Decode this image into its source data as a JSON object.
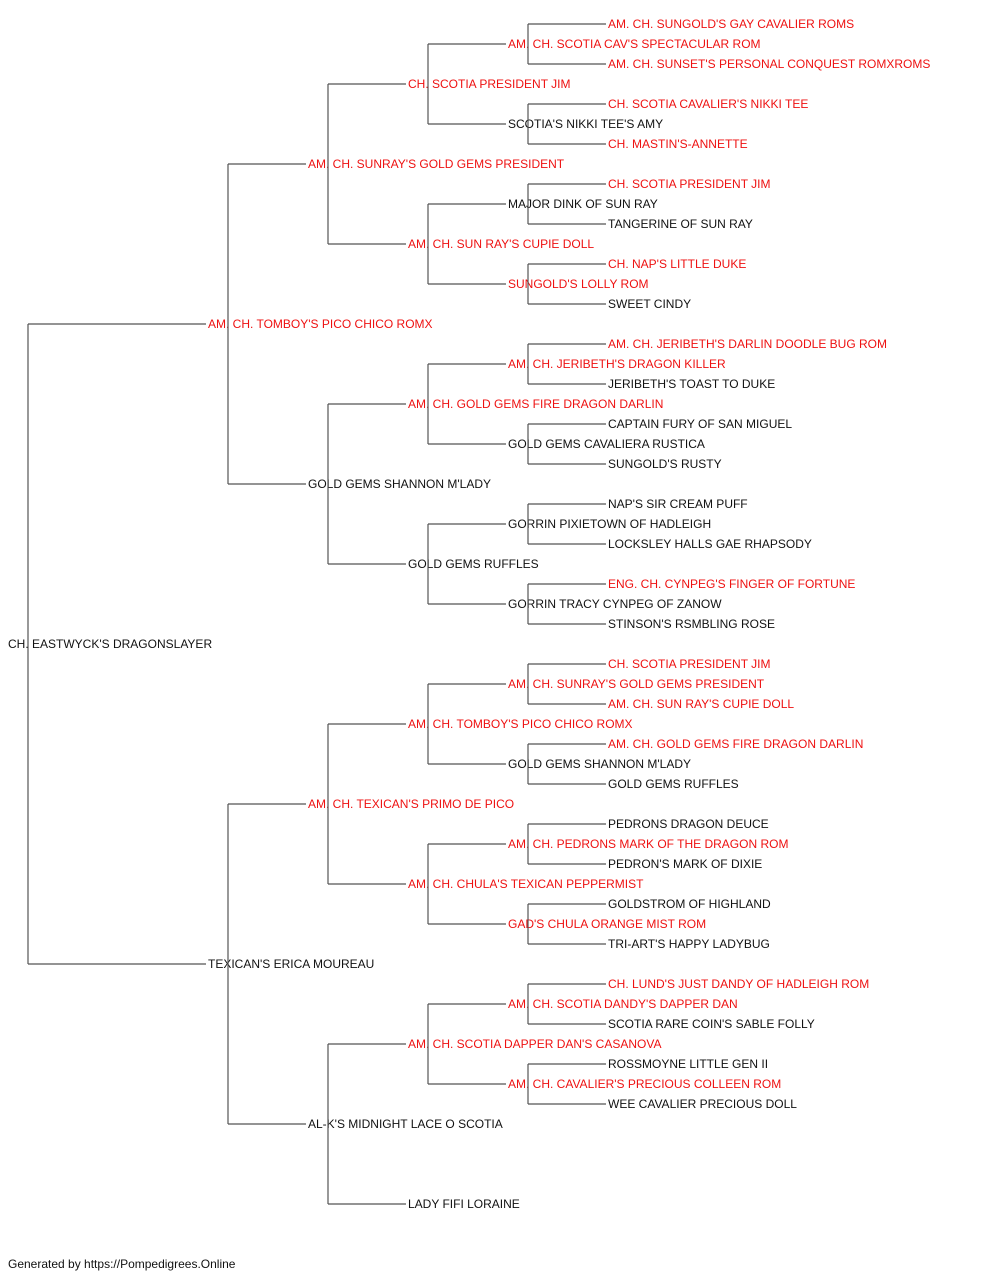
{
  "colors": {
    "champion": "#ee1111",
    "regular": "#111111",
    "connector": "#555555"
  },
  "root": {
    "name": "CH. EASTWYCK'S DRAGONSLAYER",
    "champion": false,
    "sire": {
      "name": "AM. CH. TOMBOY'S PICO CHICO ROMX",
      "champion": true,
      "sire": {
        "name": "AM. CH. SUNRAY'S GOLD GEMS PRESIDENT",
        "champion": true,
        "sire": {
          "name": "CH. SCOTIA PRESIDENT JIM",
          "champion": true,
          "sire": {
            "name": "AM. CH. SCOTIA CAV'S SPECTACULAR ROM",
            "champion": true,
            "sire": {
              "name": "AM. CH. SUNGOLD'S GAY CAVALIER ROMS",
              "champion": true
            },
            "dam": {
              "name": "AM. CH. SUNSET'S PERSONAL CONQUEST ROMXROMS",
              "champion": true
            }
          },
          "dam": {
            "name": "SCOTIA'S NIKKI TEE'S AMY",
            "champion": false,
            "sire": {
              "name": "CH. SCOTIA CAVALIER'S NIKKI TEE",
              "champion": true
            },
            "dam": {
              "name": "CH. MASTIN'S-ANNETTE",
              "champion": true
            }
          }
        },
        "dam": {
          "name": "AM. CH. SUN RAY'S CUPIE DOLL",
          "champion": true,
          "sire": {
            "name": "MAJOR DINK OF SUN RAY",
            "champion": false,
            "sire": {
              "name": "CH. SCOTIA PRESIDENT JIM",
              "champion": true
            },
            "dam": {
              "name": "TANGERINE OF SUN RAY",
              "champion": false
            }
          },
          "dam": {
            "name": "SUNGOLD'S LOLLY ROM",
            "champion": true,
            "sire": {
              "name": "CH. NAP'S LITTLE DUKE",
              "champion": true
            },
            "dam": {
              "name": "SWEET CINDY",
              "champion": false
            }
          }
        }
      },
      "dam": {
        "name": "GOLD GEMS SHANNON M'LADY",
        "champion": false,
        "sire": {
          "name": "AM. CH. GOLD GEMS FIRE DRAGON DARLIN",
          "champion": true,
          "sire": {
            "name": "AM. CH. JERIBETH'S DRAGON KILLER",
            "champion": true,
            "sire": {
              "name": "AM. CH. JERIBETH'S DARLIN DOODLE BUG ROM",
              "champion": true
            },
            "dam": {
              "name": "JERIBETH'S TOAST TO DUKE",
              "champion": false
            }
          },
          "dam": {
            "name": "GOLD GEMS CAVALIERA RUSTICA",
            "champion": false,
            "sire": {
              "name": "CAPTAIN FURY OF SAN MIGUEL",
              "champion": false
            },
            "dam": {
              "name": "SUNGOLD'S RUSTY",
              "champion": false
            }
          }
        },
        "dam": {
          "name": "GOLD GEMS RUFFLES",
          "champion": false,
          "sire": {
            "name": "GORRIN PIXIETOWN OF HADLEIGH",
            "champion": false,
            "sire": {
              "name": "NAP'S SIR CREAM PUFF",
              "champion": false
            },
            "dam": {
              "name": "LOCKSLEY HALLS GAE RHAPSODY",
              "champion": false
            }
          },
          "dam": {
            "name": "GORRIN TRACY CYNPEG OF ZANOW",
            "champion": false,
            "sire": {
              "name": "ENG. CH. CYNPEG'S FINGER OF FORTUNE",
              "champion": true
            },
            "dam": {
              "name": "STINSON'S RSMBLING ROSE",
              "champion": false
            }
          }
        }
      }
    },
    "dam": {
      "name": "TEXICAN'S ERICA MOUREAU",
      "champion": false,
      "sire": {
        "name": "AM. CH. TEXICAN'S PRIMO DE PICO",
        "champion": true,
        "sire": {
          "name": "AM. CH. TOMBOY'S PICO CHICO ROMX",
          "champion": true,
          "sire": {
            "name": "AM. CH. SUNRAY'S GOLD GEMS PRESIDENT",
            "champion": true,
            "sire": {
              "name": "CH. SCOTIA PRESIDENT JIM",
              "champion": true
            },
            "dam": {
              "name": "AM. CH. SUN RAY'S CUPIE DOLL",
              "champion": true
            }
          },
          "dam": {
            "name": "GOLD GEMS SHANNON M'LADY",
            "champion": false,
            "sire": {
              "name": "AM. CH. GOLD GEMS FIRE DRAGON DARLIN",
              "champion": true
            },
            "dam": {
              "name": "GOLD GEMS RUFFLES",
              "champion": false
            }
          }
        },
        "dam": {
          "name": "AM. CH. CHULA'S TEXICAN PEPPERMIST",
          "champion": true,
          "sire": {
            "name": "AM. CH. PEDRONS MARK OF THE DRAGON ROM",
            "champion": true,
            "sire": {
              "name": "PEDRONS DRAGON DEUCE",
              "champion": false
            },
            "dam": {
              "name": "PEDRON'S MARK OF DIXIE",
              "champion": false
            }
          },
          "dam": {
            "name": "GAD'S CHULA ORANGE MIST ROM",
            "champion": true,
            "sire": {
              "name": "GOLDSTROM OF HIGHLAND",
              "champion": false
            },
            "dam": {
              "name": "TRI-ART'S HAPPY LADYBUG",
              "champion": false
            }
          }
        }
      },
      "dam": {
        "name": "AL-K'S MIDNIGHT LACE O SCOTIA",
        "champion": false,
        "sire": {
          "name": "AM. CH. SCOTIA DAPPER DAN'S CASANOVA",
          "champion": true,
          "sire": {
            "name": "AM. CH. SCOTIA DANDY'S DAPPER DAN",
            "champion": true,
            "sire": {
              "name": "CH. LUND'S JUST DANDY OF HADLEIGH ROM",
              "champion": true
            },
            "dam": {
              "name": "SCOTIA RARE COIN'S SABLE FOLLY",
              "champion": false
            }
          },
          "dam": {
            "name": "AM. CH. CAVALIER'S PRECIOUS COLLEEN ROM",
            "champion": true,
            "sire": {
              "name": "ROSSMOYNE LITTLE GEN II",
              "champion": false
            },
            "dam": {
              "name": "WEE CAVALIER PRECIOUS DOLL",
              "champion": false
            }
          }
        },
        "dam": {
          "name": "LADY FIFI LORAINE",
          "champion": false
        }
      }
    }
  },
  "footer": "Generated by https://Pompedigrees.Online"
}
